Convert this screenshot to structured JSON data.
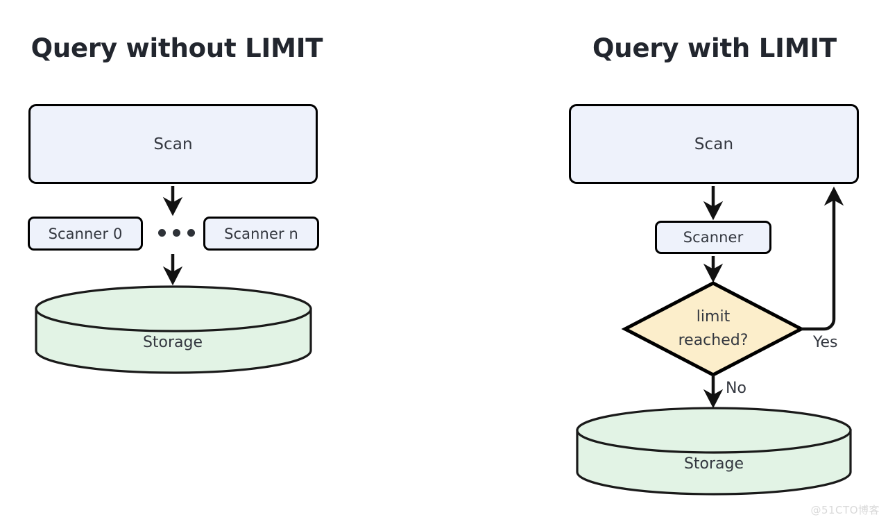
{
  "page": {
    "background": "#ffffff",
    "watermark": "@51CTO博客"
  },
  "colors": {
    "process_fill": "#eef2fb",
    "storage_fill": "#e2f3e5",
    "decision_fill": "#fceecb",
    "stroke": "#000000",
    "text": "#33373f",
    "title_text": "#22262e",
    "watermark_text": "#d9d9d9"
  },
  "panels": [
    {
      "id": "without-limit",
      "title": "Query without LIMIT",
      "nodes": {
        "scan": "Scan",
        "scanner_first": "Scanner 0",
        "scanner_last": "Scanner n",
        "ellipsis": "•••",
        "storage": "Storage"
      },
      "edges": [
        {
          "from": "Scan",
          "to": "Scanner",
          "label": ""
        },
        {
          "from": "Scanner",
          "to": "Storage",
          "label": ""
        }
      ]
    },
    {
      "id": "with-limit",
      "title": "Query with LIMIT",
      "nodes": {
        "scan": "Scan",
        "scanner": "Scanner",
        "decision_line1": "limit",
        "decision_line2": "reached?",
        "storage": "Storage"
      },
      "edges": [
        {
          "from": "Scan",
          "to": "Scanner",
          "label": ""
        },
        {
          "from": "Scanner",
          "to": "limit reached?",
          "label": ""
        },
        {
          "from": "limit reached?",
          "to": "Scan",
          "label": "Yes"
        },
        {
          "from": "limit reached?",
          "to": "Storage",
          "label": "No"
        }
      ]
    }
  ]
}
